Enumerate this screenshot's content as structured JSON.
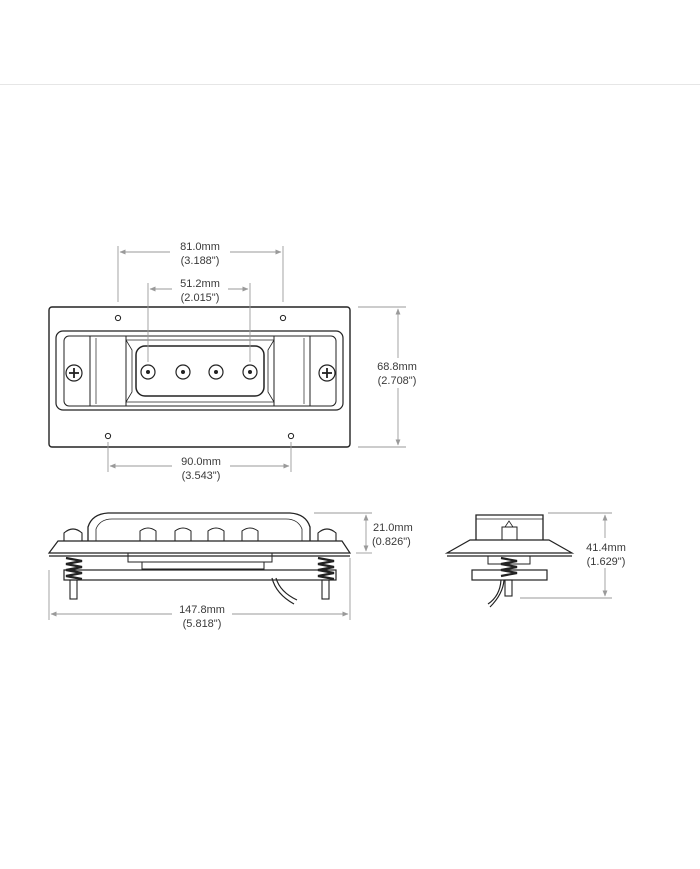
{
  "diagram": {
    "dimensions": {
      "top_mount_spacing": {
        "mm": "81.0mm",
        "inch": "(3.188\")"
      },
      "pole_spacing": {
        "mm": "51.2mm",
        "inch": "(2.015\")"
      },
      "height": {
        "mm": "68.8mm",
        "inch": "(2.708\")"
      },
      "bottom_mount_spacing": {
        "mm": "90.0mm",
        "inch": "(3.543\")"
      },
      "body_height": {
        "mm": "21.0mm",
        "inch": "(0.826\")"
      },
      "overall_length": {
        "mm": "147.8mm",
        "inch": "(5.818\")"
      },
      "overall_depth": {
        "mm": "41.4mm",
        "inch": "(1.629\")"
      }
    },
    "colors": {
      "line": "#222222",
      "dimension_line": "#9a9a9a",
      "text": "#3a3a3a"
    }
  }
}
